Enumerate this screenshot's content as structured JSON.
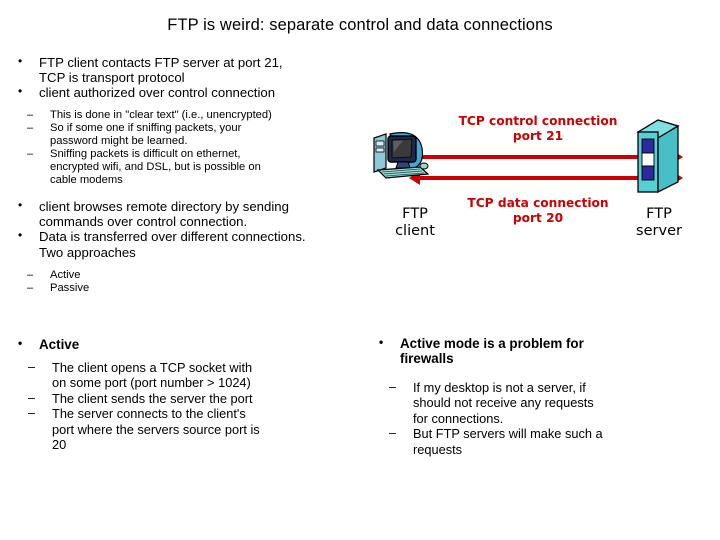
{
  "slide": {
    "title": "FTP is weird: separate control and data connections",
    "bullet_marker": "•",
    "dash_marker": "–"
  },
  "top_points": [
    "FTP client contacts FTP server at port 21,",
    "TCP is transport protocol",
    "client authorized over control connection"
  ],
  "top_sub_points": [
    "This is done in \"clear text\" (i.e., unencrypted)",
    "So if some one if sniffing packets, your",
    "password might be learned.",
    "Sniffing packets is difficult on ethernet,",
    "encrypted wifi, and DSL, but is possible on",
    "cable modems"
  ],
  "mid_points": [
    "client browses remote directory by sending",
    "commands over control connection.",
    "Data is transferred over different connections.",
    "Two approaches"
  ],
  "mid_sub_points": [
    "Active",
    "Passive"
  ],
  "active_section": {
    "heading": "Active",
    "sub_points": [
      "The client opens a TCP socket with",
      "on some port (port number > 1024)",
      "The client sends the server the port",
      "The server connects to the client's",
      "port where the servers source port is",
      "20"
    ]
  },
  "firewall_section": {
    "heading_line1": "Active mode is a problem for",
    "heading_line2": "firewalls",
    "sub_points": [
      "If my desktop is not a server, if",
      "should not receive any requests",
      "for connections.",
      "But FTP servers will make such a",
      "requests"
    ]
  },
  "diagram": {
    "control_label_line1": "TCP control connection",
    "control_label_line2": "port 21",
    "data_label_line1": "TCP data connection",
    "data_label_line2": "port 20",
    "client_label_line1": "FTP",
    "client_label_line2": "client",
    "server_label_line1": "FTP",
    "server_label_line2": "server",
    "arrow_color": "#CC0000",
    "label_color": "#CC0000",
    "server_color": "#58CFD4",
    "server_panel_color": "#2B2B9E"
  }
}
